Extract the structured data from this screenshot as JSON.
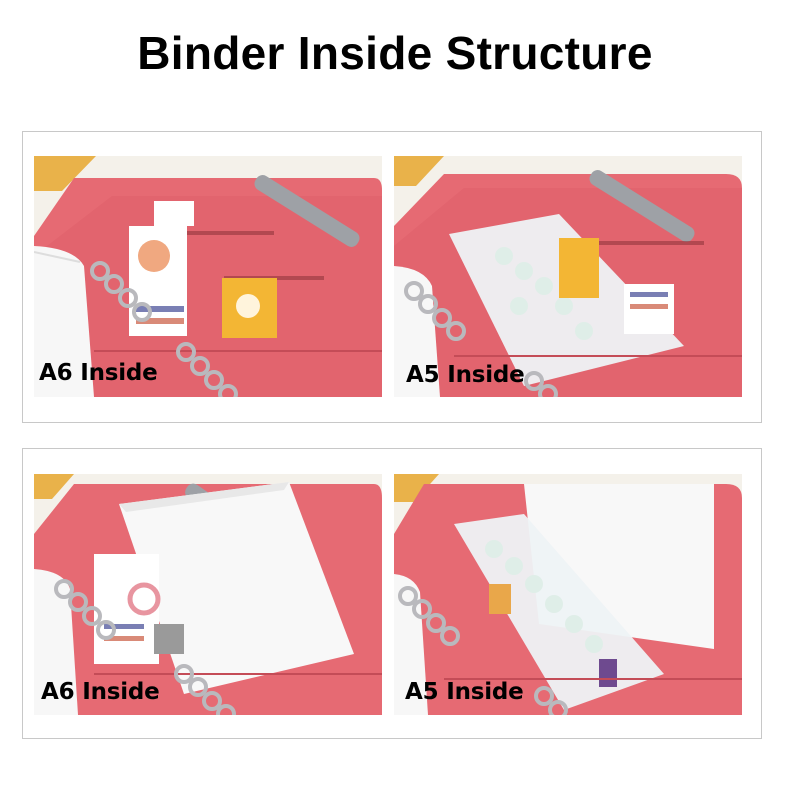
{
  "title": "Binder Inside Structure",
  "panels": [
    {
      "label": "A6 Inside"
    },
    {
      "label": "A5 Inside"
    },
    {
      "label": "A6 Inside"
    },
    {
      "label": "A5 Inside"
    }
  ],
  "colors": {
    "binder_pink": "#e66a73",
    "binder_pink_dark": "#d9545f",
    "table_wood": "#e9b24a",
    "page_white": "#f7f7f7",
    "ring_silver": "#b9b9bd",
    "pen_gray": "#9ea1a6"
  }
}
